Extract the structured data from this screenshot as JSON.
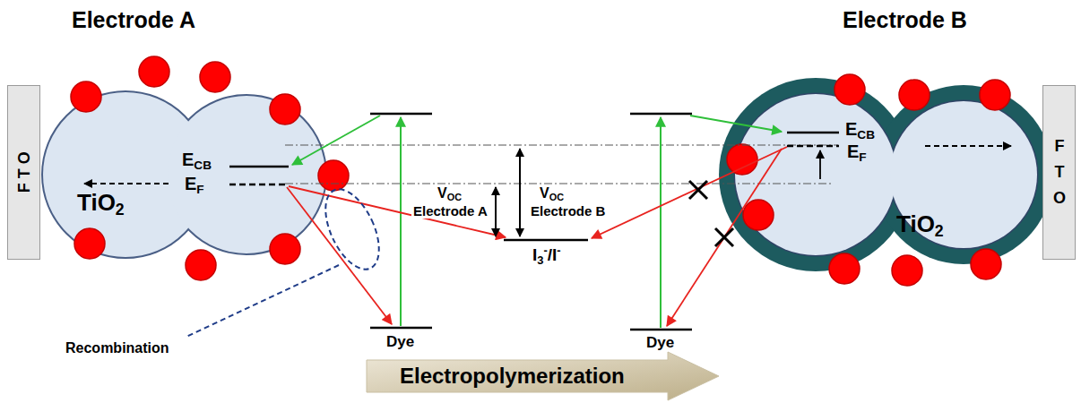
{
  "diagram": {
    "nodes": [
      {
        "text": [
          "F T O"
        ]
      },
      {
        "text": [
          "ECB",
          "EF",
          "TiO2"
        ]
      },
      {
        "text": [
          "ECB",
          "EF",
          "TiO2"
        ]
      },
      {
        "text": [
          "F T O"
        ]
      },
      {
        "text": [
          "Electropolymerization"
        ]
      }
    ],
    "labels": [
      "Electrode A",
      "Electrode B",
      "VOC",
      "Electrode A",
      "VOC",
      "Electrode B",
      "I3-/I-",
      "Dye",
      "Dye",
      "Recombination"
    ]
  }
}
